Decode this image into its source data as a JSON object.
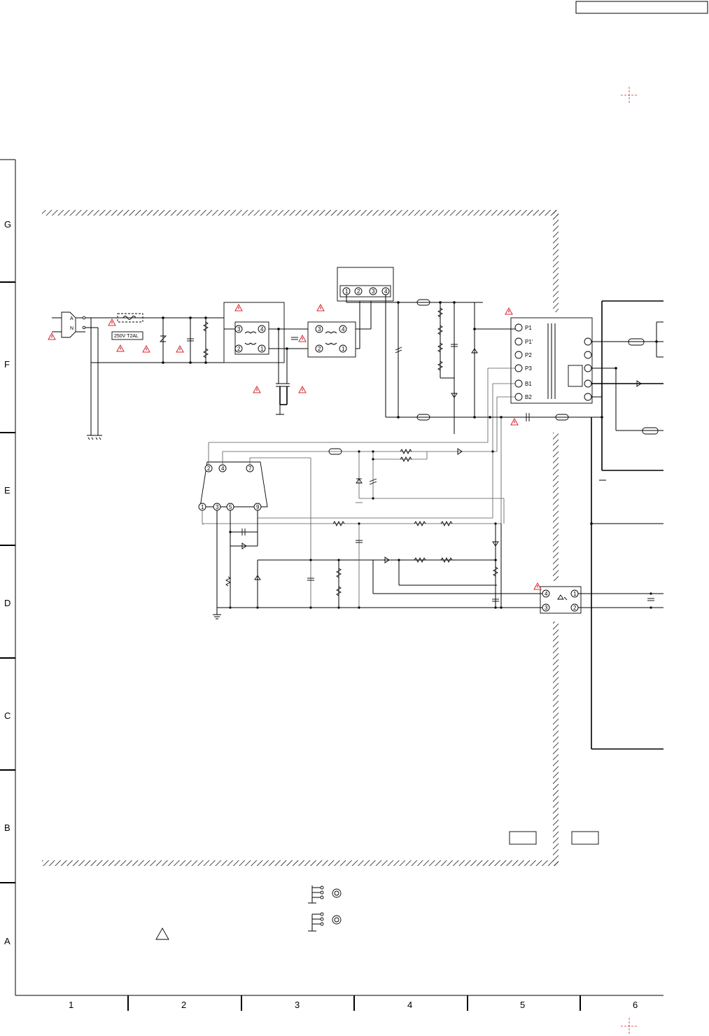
{
  "rows": [
    "G",
    "F",
    "E",
    "D",
    "C",
    "B",
    "A"
  ],
  "columns": [
    "1",
    "2",
    "3",
    "4",
    "5",
    "6"
  ],
  "fuse_rating": "250V T2AL",
  "plug_pins": [
    "A",
    "N"
  ],
  "filter_pins": [
    "3",
    "4",
    "2",
    "1"
  ],
  "bridge_pins": [
    "1",
    "2",
    "3",
    "4"
  ],
  "ic_top_pins": [
    "2",
    "4",
    "7"
  ],
  "ic_bottom_pins": [
    "1",
    "3",
    "5",
    "9"
  ],
  "transformer_primary": [
    "P1",
    "P1'",
    "P2",
    "P3",
    "B1",
    "B2"
  ],
  "opto_pins": [
    "4",
    "1",
    "3",
    "2"
  ],
  "colors": {
    "warning": "#d8262c",
    "line": "#000000"
  },
  "icons": [
    "warning-triangle-icon",
    "ground-icon",
    "registration-mark-icon"
  ]
}
